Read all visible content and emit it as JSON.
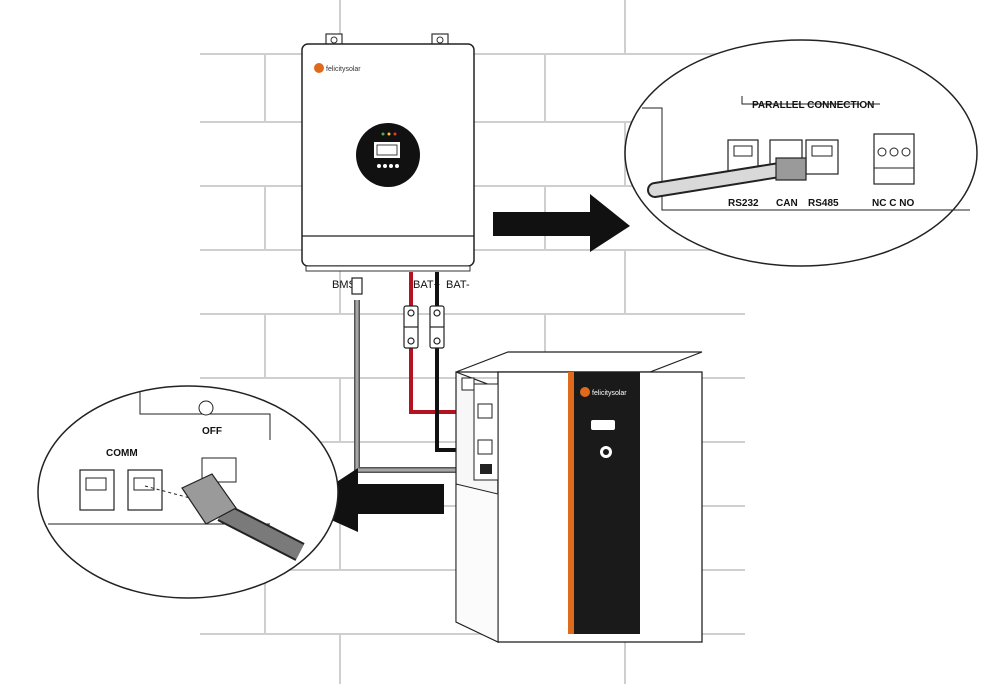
{
  "inverter": {
    "brand": "felicitysolar",
    "ports": {
      "bms": "BMS",
      "bat_pos": "BAT+",
      "bat_neg": "BAT-"
    }
  },
  "zoom_inverter": {
    "group_label": "PARALLEL CONNECTION",
    "ports": [
      "RS232",
      "CAN",
      "RS485"
    ],
    "relay_label": "NC C NO"
  },
  "battery": {
    "brand": "felicitysolar"
  },
  "zoom_battery": {
    "comm_label": "COMM",
    "switch_label": "OFF"
  },
  "colors": {
    "pos_cable": "#b3121f",
    "neg_cable": "#111111",
    "comm_cable": "#8a8a8a",
    "accent_orange": "#e06a1b",
    "battery_panel": "#1a1a1a"
  }
}
